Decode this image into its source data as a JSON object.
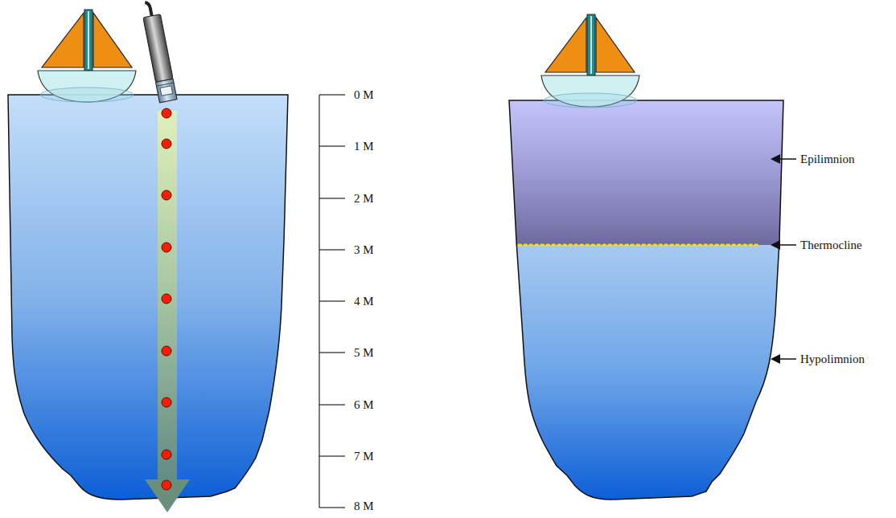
{
  "diagram": {
    "labels": [
      "0 M",
      "1 M",
      "2 M",
      "3 M",
      "4 M",
      "5 M",
      "6 M",
      "7 M",
      "8 M",
      "Epilimnion",
      "Thermocline",
      "Hypolimnion"
    ]
  }
}
